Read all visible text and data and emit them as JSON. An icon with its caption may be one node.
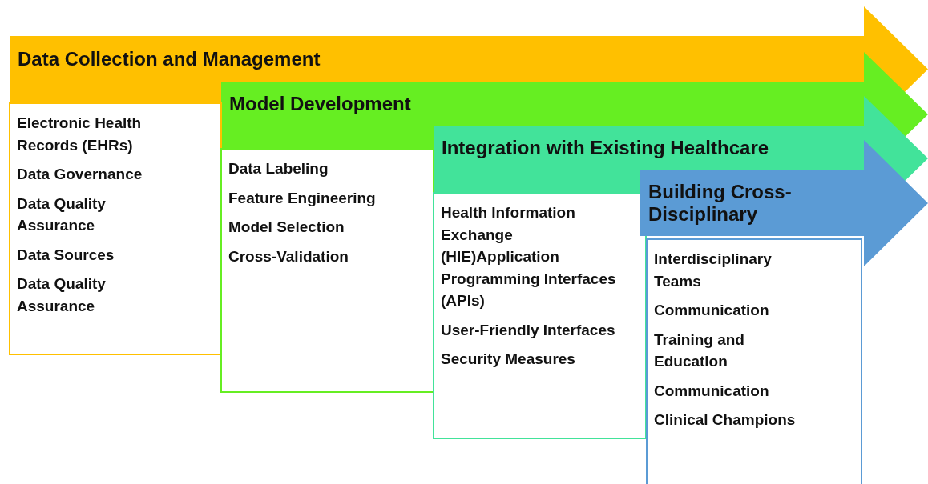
{
  "diagram": {
    "nodes": [
      {
        "text": [
          "Data Collection and Management"
        ]
      },
      {
        "text": [
          "Electronic Health Records (EHRs)",
          "Data Governance",
          "Data Quality Assurance",
          "Data Sources",
          "Data Quality Assurance"
        ]
      },
      {
        "text": [
          "Model Development"
        ]
      },
      {
        "text": [
          "Data Labeling",
          "Feature Engineering",
          "Model Selection",
          "Cross-Validation"
        ]
      },
      {
        "text": [
          "Integration with Existing Healthcare"
        ]
      },
      {
        "text": [
          "Health Information Exchange (HIE)Application Programming Interfaces (APIs)",
          "User-Friendly Interfaces",
          "Security Measures"
        ]
      },
      {
        "text": [
          "Building Cross-Disciplinary"
        ]
      },
      {
        "text": [
          "Interdisciplinary Teams",
          "Communication",
          "Training and Education",
          "Communication",
          "Clinical Champions"
        ]
      }
    ],
    "edges": []
  }
}
